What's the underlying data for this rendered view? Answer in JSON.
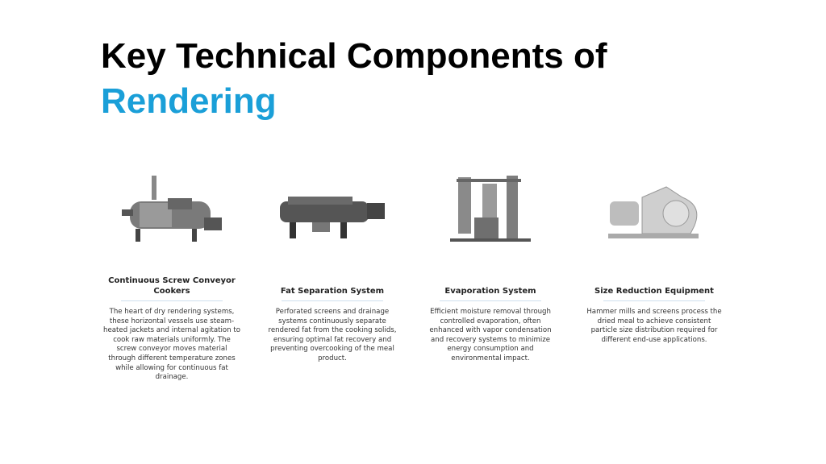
{
  "title": {
    "line1": "Key Technical Components of",
    "line2": "Rendering",
    "accent_color": "#1a9fd8"
  },
  "components": [
    {
      "heading": "Continuous Screw Conveyor Cookers",
      "icon": "screw-cooker-image",
      "text": "The heart of dry rendering systems, these horizontal vessels use steam-heated jackets and internal agitation to cook raw materials uniformly. The screw conveyor moves material through different temperature zones while allowing for continuous fat drainage."
    },
    {
      "heading": "Fat Separation System",
      "icon": "decanter-image",
      "text": "Perforated screens and drainage systems continuously separate rendered fat from the cooking solids, ensuring optimal fat recovery and preventing overcooking of the meal product."
    },
    {
      "heading": "Evaporation System",
      "icon": "evaporator-image",
      "text": "Efficient moisture removal through controlled evaporation, often enhanced with vapor condensation and recovery systems to minimize energy consumption and environmental impact."
    },
    {
      "heading": "Size Reduction Equipment",
      "icon": "hammer-mill-image",
      "text": "Hammer mills and screens process the dried meal to achieve consistent particle size distribution required for different end-use applications."
    }
  ]
}
